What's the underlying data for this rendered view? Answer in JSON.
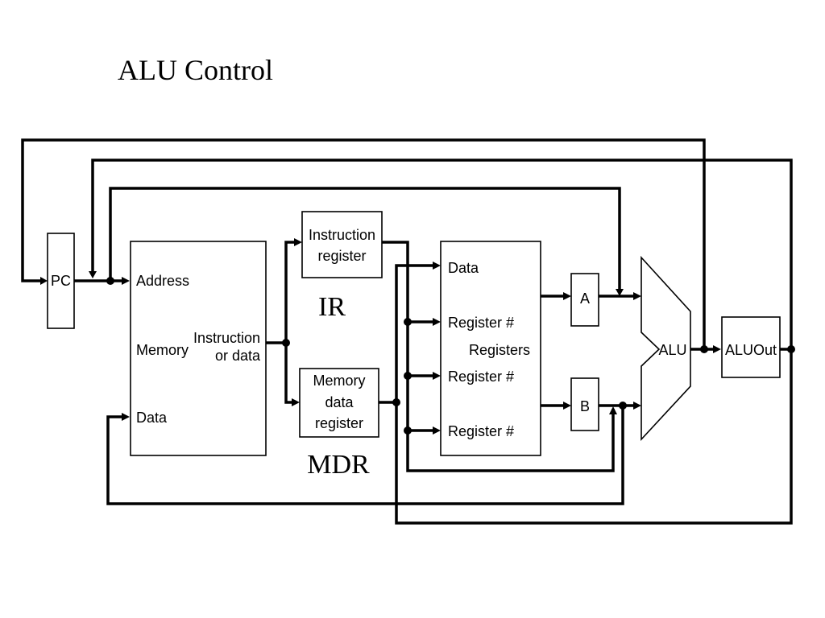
{
  "slide": {
    "title": "ALU Control"
  },
  "diagram": {
    "pc": "PC",
    "memory": {
      "label": "Memory",
      "address": "Address",
      "data": "Data",
      "output_line1": "Instruction",
      "output_line2": "or data"
    },
    "instruction_register": {
      "line1": "Instruction",
      "line2": "register",
      "caption": "IR"
    },
    "memory_data_register": {
      "line1": "Memory",
      "line2": "data",
      "line3": "register",
      "caption": "MDR"
    },
    "registers": {
      "label": "Registers",
      "data_port": "Data",
      "reg_port_1": "Register #",
      "reg_port_2": "Register #",
      "reg_port_3": "Register #"
    },
    "reg_a": "A",
    "reg_b": "B",
    "alu": "ALU",
    "alu_out": "ALUOut"
  }
}
